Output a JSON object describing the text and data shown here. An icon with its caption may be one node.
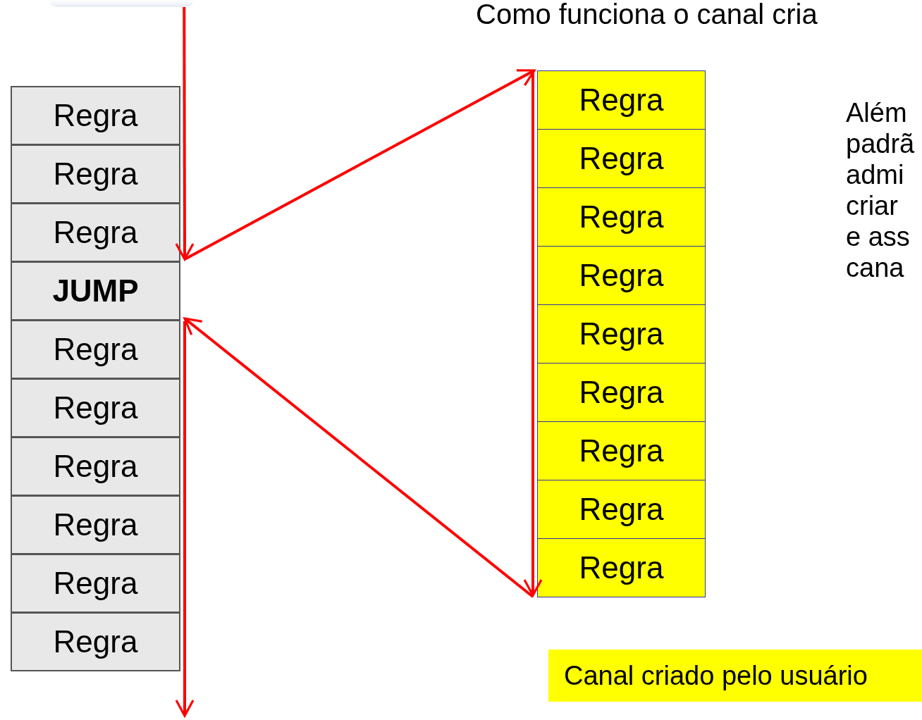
{
  "diagram": {
    "title": "Como funciona o canal cria",
    "nodes": [
      {
        "text": [],
        "shape": "box"
      },
      {
        "text": [
          "Regra"
        ]
      },
      {
        "text": [
          "Regra"
        ]
      },
      {
        "text": [
          "Regra"
        ]
      },
      {
        "text": [
          "JUMP"
        ]
      },
      {
        "text": [
          "Regra"
        ]
      },
      {
        "text": [
          "Regra"
        ]
      },
      {
        "text": [
          "Regra"
        ]
      },
      {
        "text": [
          "Regra"
        ]
      },
      {
        "text": [
          "Regra"
        ]
      },
      {
        "text": [
          "Regra"
        ]
      },
      {
        "text": [
          "Regra"
        ]
      },
      {
        "text": [
          "Regra"
        ]
      },
      {
        "text": [
          "Regra"
        ]
      },
      {
        "text": [
          "Regra"
        ]
      },
      {
        "text": [
          "Regra"
        ]
      },
      {
        "text": [
          "Regra"
        ]
      },
      {
        "text": [
          "Regra"
        ]
      },
      {
        "text": [
          "Regra"
        ]
      },
      {
        "text": [
          "Regra"
        ]
      },
      {
        "text": [
          "Canal criado pelo usuário"
        ]
      }
    ],
    "edges": [
      {
        "from": 0,
        "to": 3,
        "arrow": "to"
      },
      {
        "from": 3,
        "to": 11,
        "arrow": "to"
      },
      {
        "from": 11,
        "to": 19,
        "arrow": "to"
      },
      {
        "from": 19,
        "to": 4,
        "arrow": "to"
      },
      {
        "from": 4,
        "to": null,
        "arrow": "to"
      }
    ],
    "labels": [
      "Além padrã admi criar e ass cana"
    ]
  }
}
